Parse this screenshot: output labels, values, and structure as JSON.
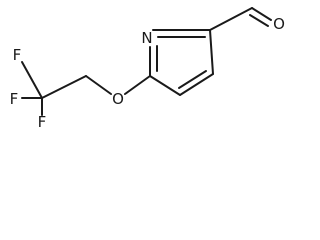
{
  "molecule": {
    "atoms": {
      "ring_nitrogen": "N",
      "ether_oxygen": "O",
      "aldehyde_oxygen": "O",
      "fluorine_1": "F",
      "fluorine_2": "F",
      "fluorine_3": "F"
    }
  }
}
